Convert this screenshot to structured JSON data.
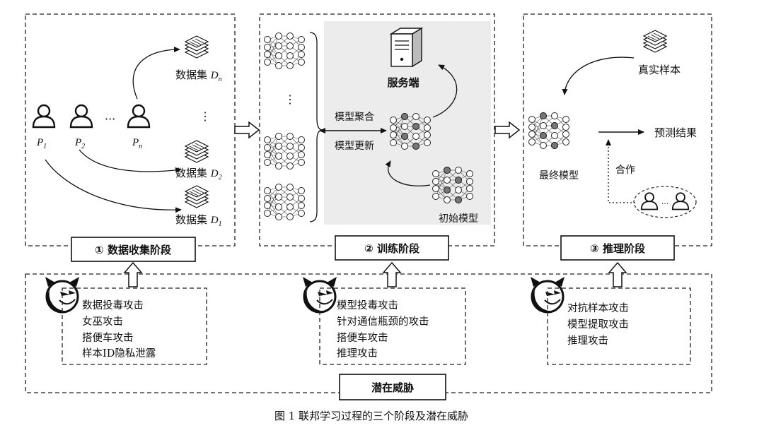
{
  "stages": {
    "collection": {
      "label": "① 数据收集阶段",
      "dataset_n": "数据集 ",
      "dataset_n_sub": "D",
      "dataset_n_idx": "n",
      "dataset_2": "数据集 ",
      "dataset_2_sub": "D",
      "dataset_2_idx": "2",
      "dataset_1": "数据集 ",
      "dataset_1_sub": "D",
      "dataset_1_idx": "1",
      "participants": [
        "P",
        "P",
        "P"
      ],
      "participant_idx": [
        "1",
        "2",
        "n"
      ],
      "ellipsis_h": "···",
      "ellipsis_v": "⋮"
    },
    "training": {
      "label": "② 训练阶段",
      "server": "服务端",
      "aggregate": "模型聚合",
      "update": "模型更新",
      "initial": "初始模型",
      "ellipsis_v": "⋮"
    },
    "inference": {
      "label": "③ 推理阶段",
      "real_sample": "真实样本",
      "final_model": "最终模型",
      "prediction": "预测结果",
      "cooperate": "合作",
      "ellipsis_h": "···"
    }
  },
  "threats": {
    "label": "潜在威胁",
    "collection": [
      "数据投毒攻击",
      "女巫攻击",
      "搭便车攻击",
      "样本ID隐私泄露"
    ],
    "training": [
      "模型投毒攻击",
      "针对通信瓶颈的攻击",
      "搭便车攻击",
      "推理攻击"
    ],
    "inference": [
      "对抗样本攻击",
      "模型提取攻击",
      "推理攻击"
    ]
  },
  "caption": "图 1  联邦学习过程的三个阶段及潜在威胁"
}
